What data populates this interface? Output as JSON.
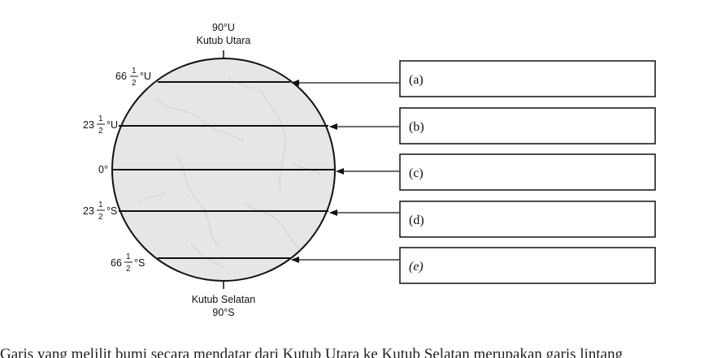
{
  "north_pole": {
    "degree": "90°U",
    "name": "Kutub Utara"
  },
  "south_pole": {
    "name": "Kutub Selatan",
    "degree": "90°S"
  },
  "latitudes": [
    {
      "whole": "66",
      "num": "1",
      "den": "2",
      "suffix": "°U",
      "box": "(a)",
      "italic": false
    },
    {
      "whole": "23",
      "num": "1",
      "den": "2",
      "suffix": "°U",
      "box": "(b)",
      "italic": false
    },
    {
      "whole": "0°",
      "num": "",
      "den": "",
      "suffix": "",
      "box": "(c)",
      "italic": false
    },
    {
      "whole": "23",
      "num": "1",
      "den": "2",
      "suffix": "°S",
      "box": "(d)",
      "italic": false
    },
    {
      "whole": "66",
      "num": "1",
      "den": "2",
      "suffix": "°S",
      "box": "(e)",
      "italic": true
    }
  ],
  "caption": "Garis yang melilit bumi secara mendatar dari Kutub Utara ke Kutub Selatan merupakan garis lintang",
  "colors": {
    "globe_fill": "#e8e8e8",
    "ink": "#111111"
  }
}
